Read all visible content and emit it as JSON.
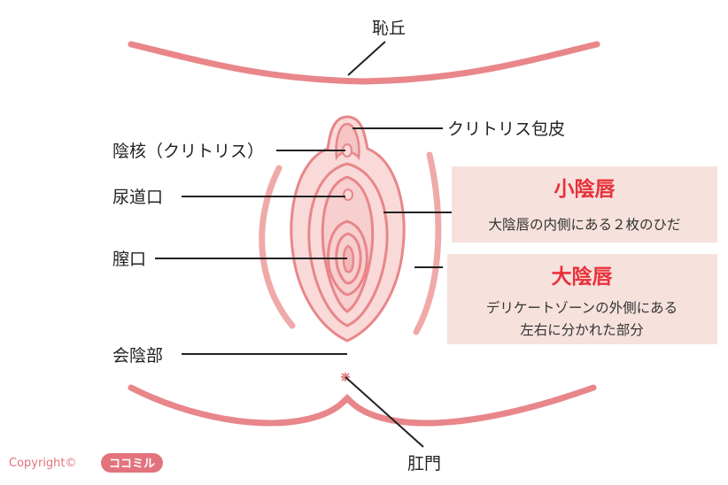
{
  "labels": {
    "mons": "恥丘",
    "hood": "クリトリス包皮",
    "clitoris": "陰核（クリトリス）",
    "urethra": "尿道口",
    "vagina": "膣口",
    "perineum": "会陰部",
    "anus": "肛門"
  },
  "info_boxes": [
    {
      "title": "小陰唇",
      "desc_lines": [
        "大陰唇の内側にある２枚のひだ"
      ]
    },
    {
      "title": "大陰唇",
      "desc_lines": [
        "デリケートゾーンの外側にある",
        "左右に分かれた部分"
      ]
    }
  ],
  "footer": {
    "copyright": "Copyright©",
    "logo": "ココミル"
  },
  "colors": {
    "outline": "#e8868a",
    "fill_light": "#f9dad9",
    "fill_mid": "#f5c4c4",
    "box_bg": "#f6e1dd",
    "box_title": "#e8303a",
    "copyright": "#e2737d",
    "leader": "#222222"
  }
}
